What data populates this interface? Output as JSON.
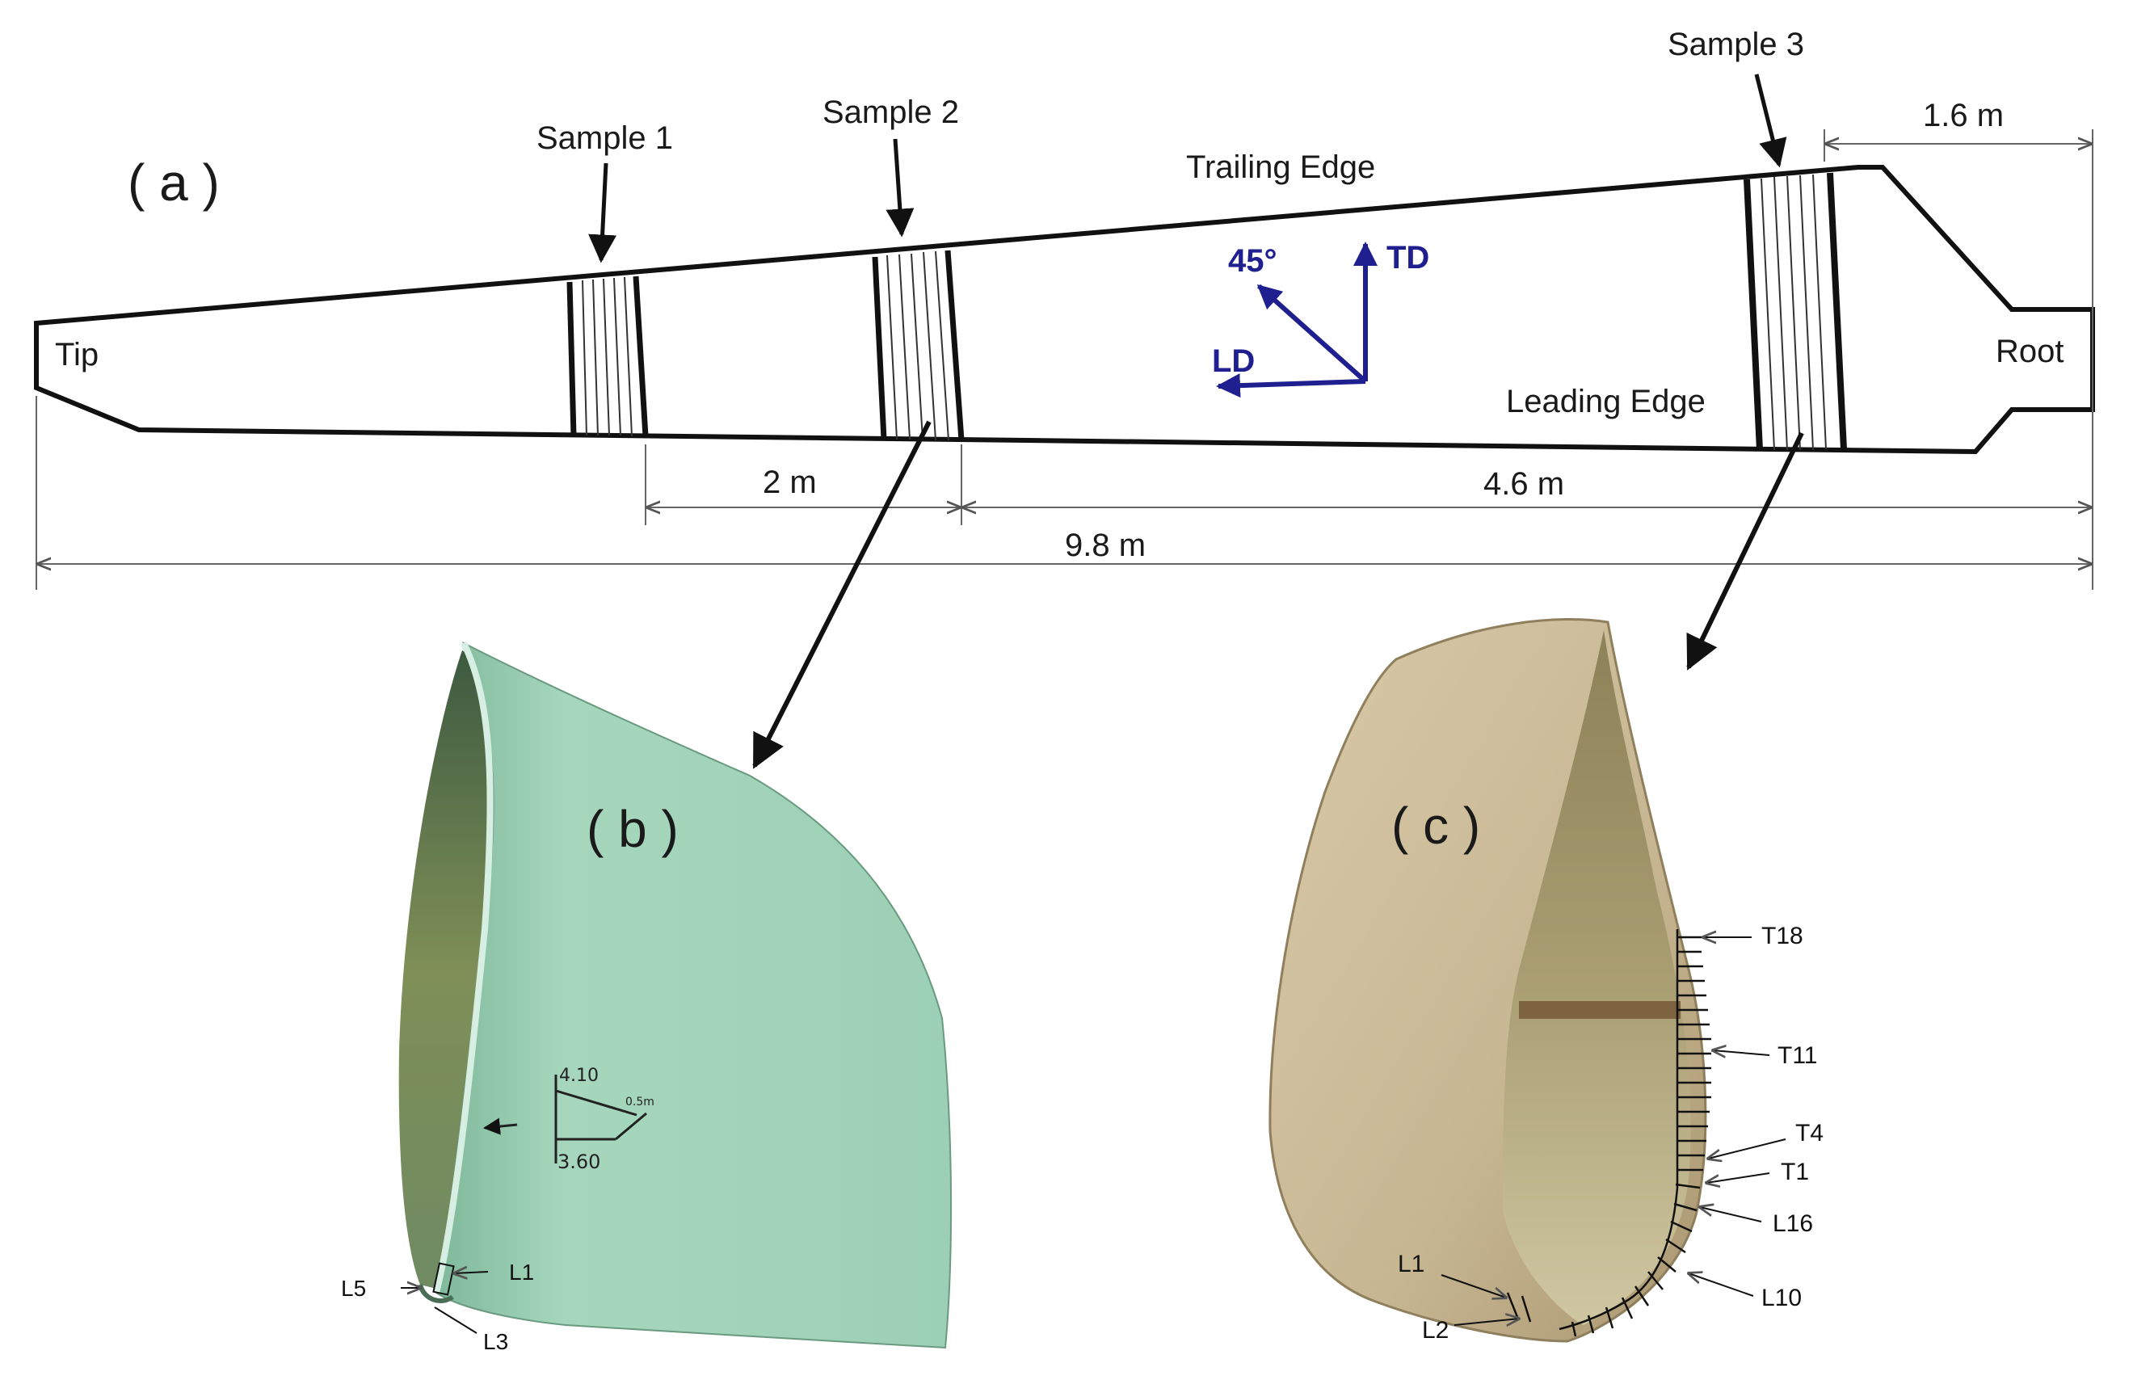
{
  "panel_a": {
    "label": "( a )",
    "sample1": "Sample 1",
    "sample2": "Sample 2",
    "sample3": "Sample 3",
    "trailing_edge": "Trailing Edge",
    "leading_edge": "Leading Edge",
    "tip": "Tip",
    "root": "Root",
    "dir_45": "45°",
    "dir_td": "TD",
    "dir_ld": "LD",
    "dim_root": "1.6 m",
    "dim_2m": "2 m",
    "dim_46": "4.6 m",
    "dim_98": "9.8 m",
    "direction_color": "#1f1f8f"
  },
  "panel_b": {
    "label": "( b )",
    "note_top": "4.10",
    "note_side": "0.5m",
    "note_bottom": "3.60",
    "l1": "L1",
    "l3": "L3",
    "l5": "L5",
    "surface_color": "#9fd2b7"
  },
  "panel_c": {
    "label": "( c )",
    "t18": "T18",
    "t11": "T11",
    "t4": "T4",
    "t1": "T1",
    "l16": "L16",
    "l10": "L10",
    "l1": "L1",
    "l2": "L2",
    "surface_color": "#c9b898"
  }
}
